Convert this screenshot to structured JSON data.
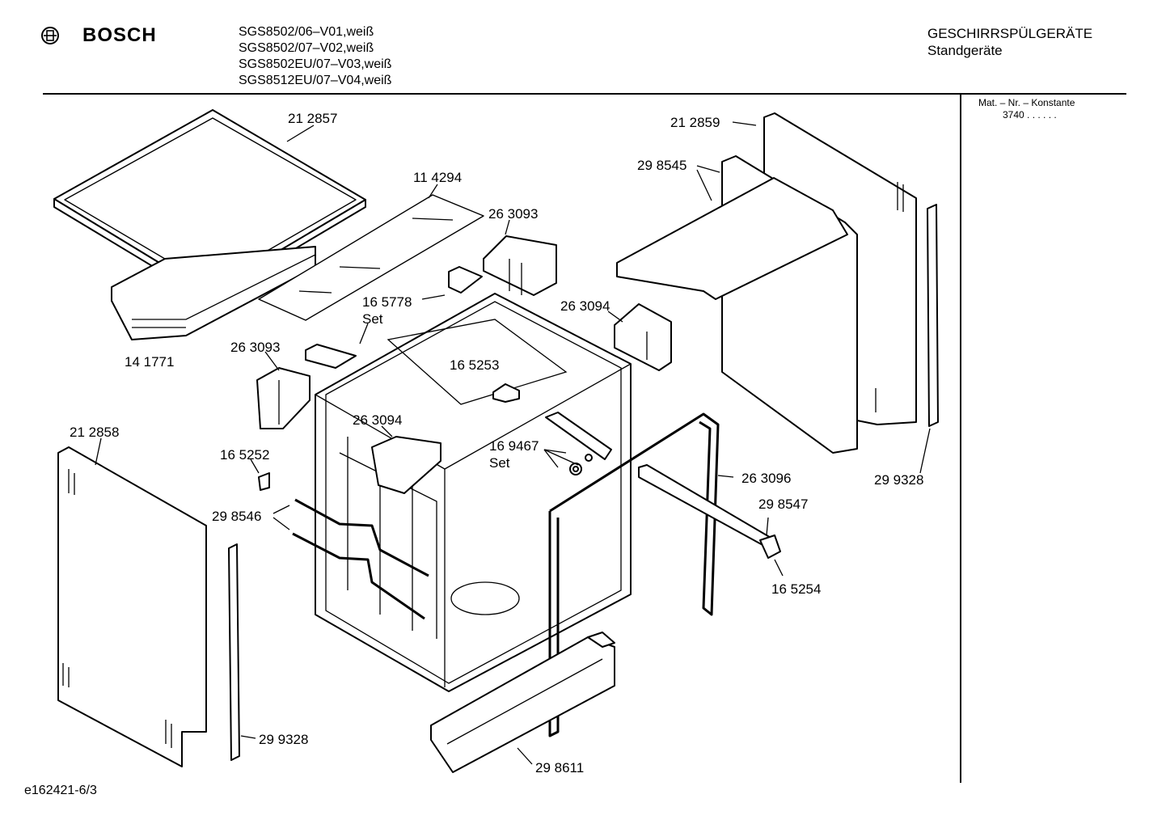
{
  "header": {
    "brand": "BOSCH",
    "models": [
      "SGS8502/06–V01,weiß",
      "SGS8502/07–V02,weiß",
      "SGS8502EU/07–V03,weiß",
      "SGS8512EU/07–V04,weiß"
    ],
    "category": "GESCHIRRSPÜLGERÄTE",
    "subcategory": "Standgeräte"
  },
  "side_note": {
    "label": "Mat. – Nr. – Konstante",
    "value": "3740 . . . . . ."
  },
  "footer": {
    "drawing_code": "e162421-6/3"
  },
  "part_labels": {
    "p212857": "21 2857",
    "p114294": "11 4294",
    "p263093_top": "26 3093",
    "p165778": "16 5778",
    "set1": "Set",
    "p141771": "14 1771",
    "p263093_left": "26 3093",
    "p165253": "16 5253",
    "p263094_right": "26 3094",
    "p212859": "21 2859",
    "p298545": "29 8545",
    "p212858": "21 2858",
    "p263094_mid": "26 3094",
    "p169467": "16 9467",
    "set2": "Set",
    "p165252": "16 5252",
    "p298546": "29 8546",
    "p263096": "26 3096",
    "p298547": "29 8547",
    "p165254": "16 5254",
    "p299328_right": "29 9328",
    "p299328_left": "29 9328",
    "p298611": "29 8611"
  }
}
